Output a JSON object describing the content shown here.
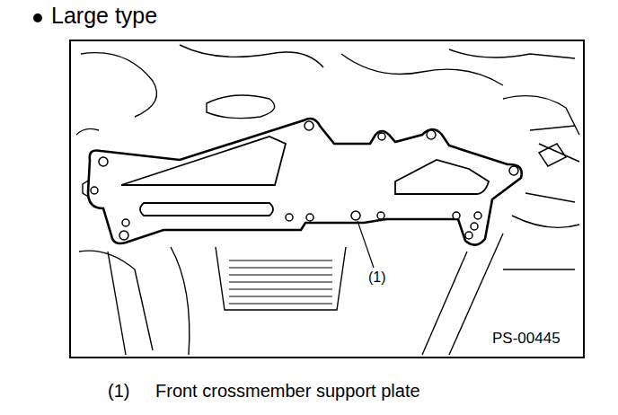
{
  "diagram": {
    "title": "Large type",
    "labels": [
      "(1)",
      "PS-00445",
      "(1)",
      "Front crossmember support plate"
    ]
  }
}
